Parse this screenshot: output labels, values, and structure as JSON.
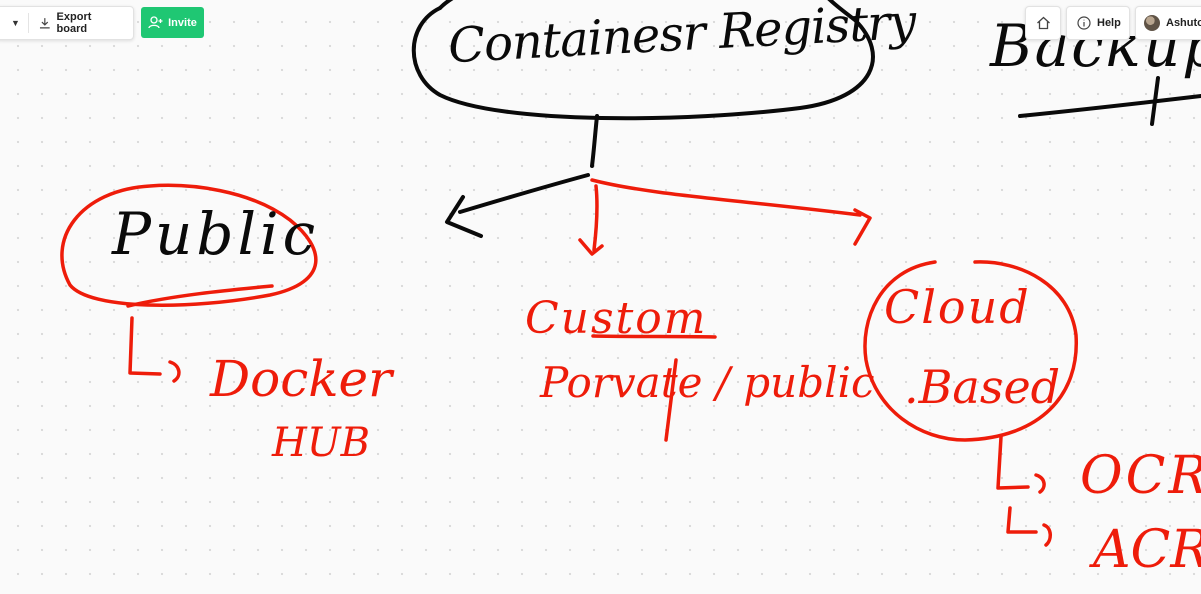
{
  "toolbar": {
    "export_label": "Export board",
    "invite_label": "Invite",
    "help_label": "Help",
    "user_name": "Ashutos"
  },
  "board": {
    "title": "Containesr Registry",
    "corner_word": "Backup",
    "public": "Public",
    "docker": "Docker",
    "hub": "HUB",
    "custom": "Custom",
    "private_public": "Porvate / public",
    "cloud": "Cloud",
    "based": ".Based",
    "ocr": "OCR",
    "acr": "ACR"
  },
  "colors": {
    "red_ink": "#ee1c0a",
    "black_ink": "#0a0a0a",
    "invite_green": "#1fc773",
    "canvas": "#fafafa"
  }
}
